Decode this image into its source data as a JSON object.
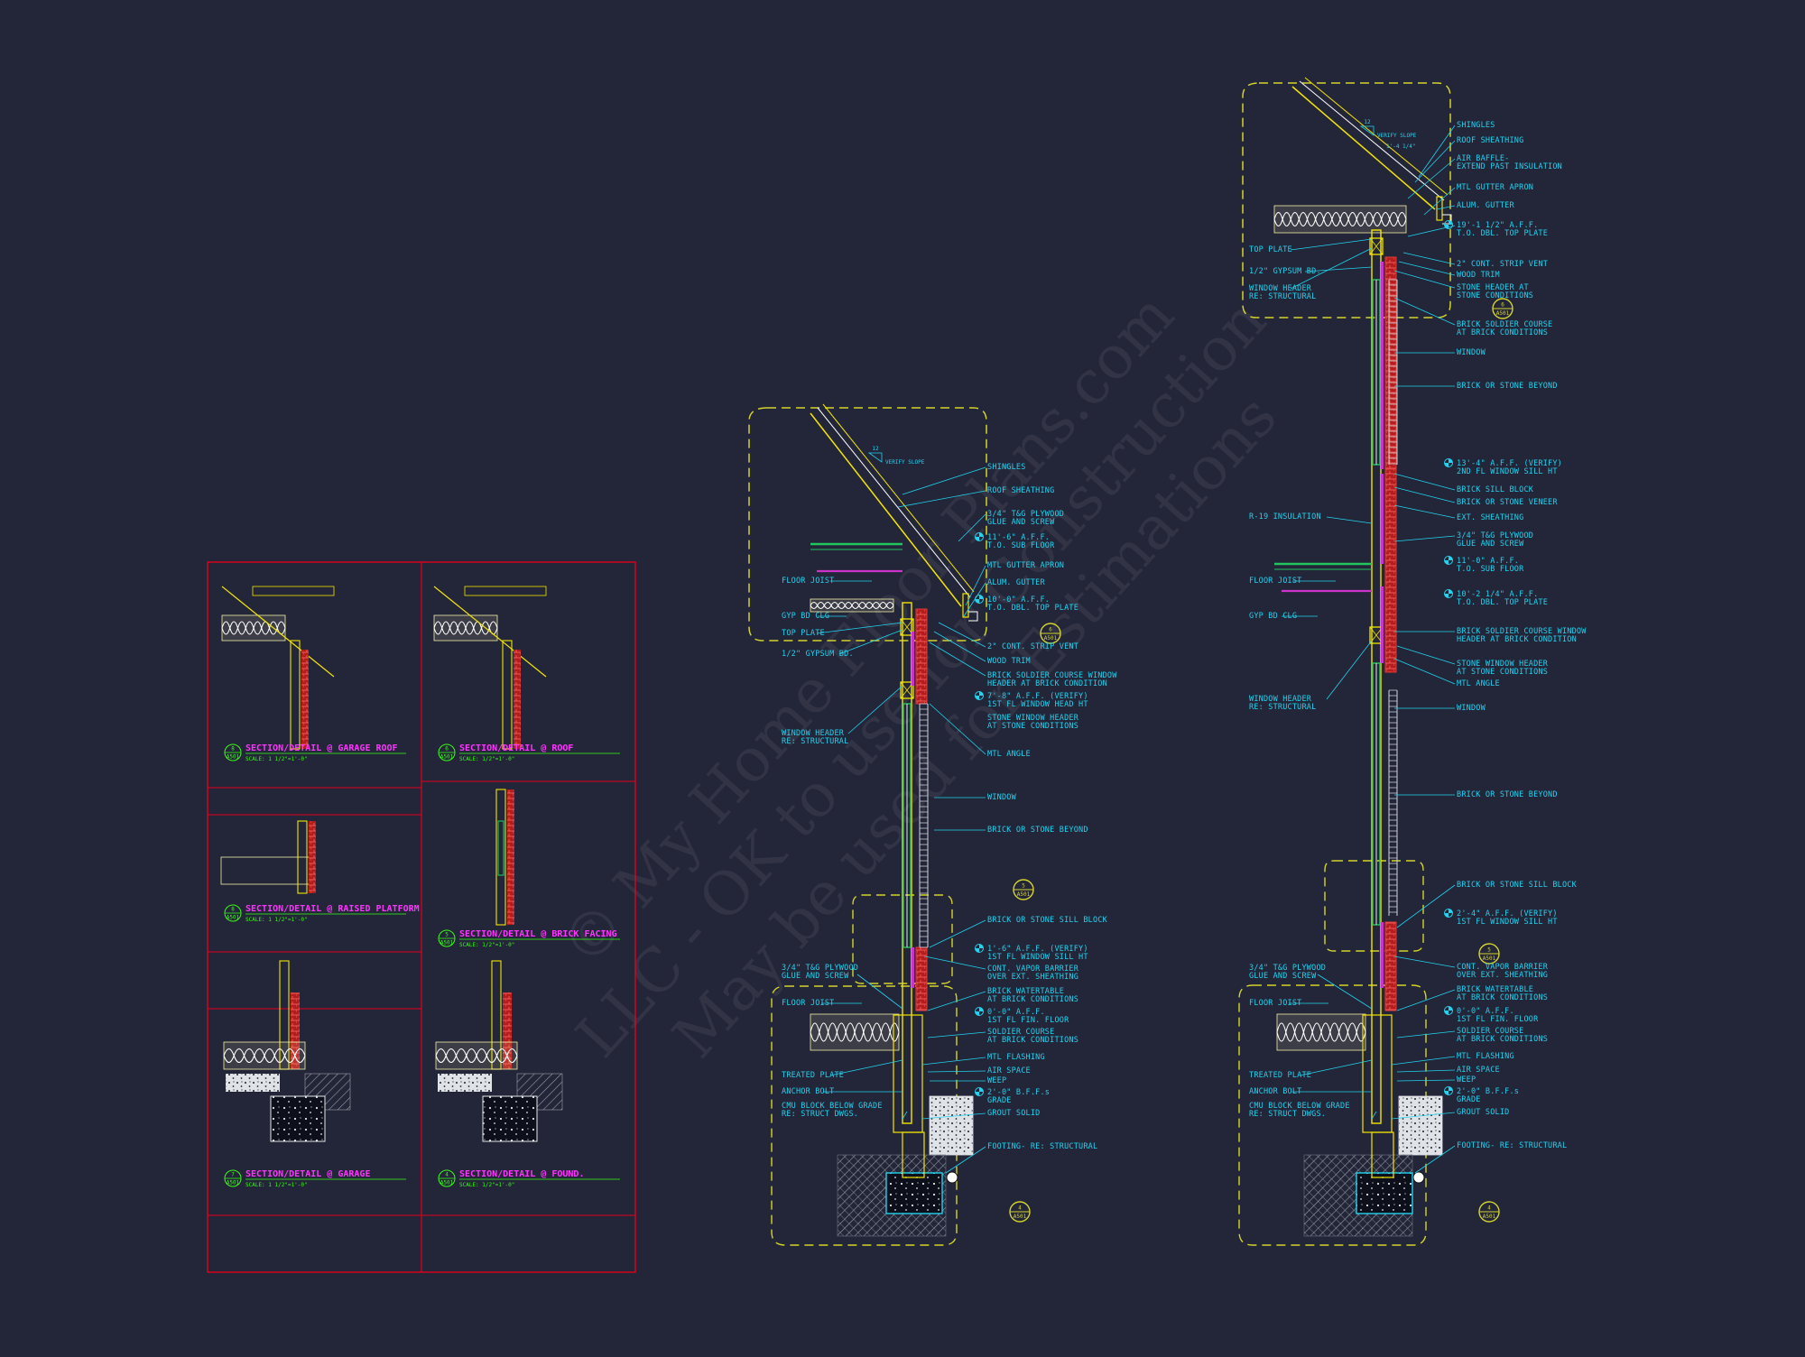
{
  "watermark": {
    "lines": [
      "© My Home Floor Plans.com",
      "LLC - OK to use for Construction",
      "May be used for Estimations"
    ]
  },
  "sheet": {
    "details": [
      {
        "number": "8",
        "sheet": "A501",
        "title": "SECTION/DETAIL @ GARAGE ROOF",
        "scale": "SCALE: 1 1/2\"=1'-0\""
      },
      {
        "number": "6",
        "sheet": "A501",
        "title": "SECTION/DETAIL @ ROOF",
        "scale": "SCALE: 1/2\"=1'-0\""
      },
      {
        "number": "8",
        "sheet": "A501",
        "title": "SECTION/DETAIL @ RAISED PLATFORM",
        "scale": "SCALE: 1 1/2\"=1'-0\""
      },
      {
        "number": "5",
        "sheet": "A501",
        "title": "SECTION/DETAIL @ BRICK FACING",
        "scale": "SCALE: 1/2\"=1'-0\""
      },
      {
        "number": "7",
        "sheet": "A501",
        "title": "SECTION/DETAIL @ GARAGE",
        "scale": "SCALE: 1 1/2\"=1'-0\""
      },
      {
        "number": "4",
        "sheet": "A501",
        "title": "SECTION/DETAIL @ FOUND.",
        "scale": "SCALE: 1/2\"=1'-0\""
      }
    ]
  },
  "section_mid": {
    "slope": "12",
    "slope_note": "VERIFY SLOPE",
    "right": [
      "SHINGLES",
      "ROOF SHEATHING",
      "3/4\" T&G PLYWOOD",
      "GLUE AND SCREW",
      "11'-6\" A.F.F.",
      "T.O. SUB FLOOR",
      "MTL GUTTER APRON",
      "ALUM. GUTTER",
      "10'-0\" A.F.F.",
      "T.O. DBL. TOP PLATE",
      "2\" CONT. STRIP VENT",
      "WOOD TRIM",
      "BRICK SOLDIER COURSE WINDOW",
      "HEADER AT BRICK CONDITION",
      "7'-8\" A.F.F. (VERIFY)",
      "1ST FL WINDOW HEAD HT",
      "STONE WINDOW HEADER",
      "AT STONE CONDITIONS",
      "MTL ANGLE",
      "WINDOW",
      "BRICK OR STONE BEYOND",
      "BRICK OR STONE SILL BLOCK",
      "1'-6\" A.F.F. (VERIFY)",
      "1ST FL WINDOW SILL HT",
      "CONT. VAPOR BARRIER",
      "OVER EXT. SHEATHING",
      "BRICK WATERTABLE",
      "AT BRICK CONDITIONS",
      "0'-0\" A.F.F.",
      "1ST FL FIN. FLOOR",
      "SOLDIER COURSE",
      "AT BRICK CONDITIONS",
      "MTL FLASHING",
      "AIR SPACE",
      "WEEP",
      "2'-0\" B.F.F.s",
      "GRADE",
      "GROUT SOLID",
      "FOOTING- RE: STRUCTURAL"
    ],
    "left": [
      "FLOOR JOIST",
      "GYP BD CLG",
      "TOP PLATE",
      "1/2\" GYPSUM BD.",
      "WINDOW HEADER",
      "RE: STRUCTURAL",
      "3/4\" T&G PLYWOOD",
      "GLUE AND SCREW",
      "FLOOR JOIST",
      "TREATED PLATE",
      "ANCHOR BOLT",
      "CMU BLOCK BELOW GRADE",
      "RE: STRUCT DWGS."
    ],
    "callouts": [
      {
        "num": "6",
        "sheet": "A501"
      },
      {
        "num": "5",
        "sheet": "A501"
      },
      {
        "num": "4",
        "sheet": "A501"
      }
    ]
  },
  "section_right": {
    "slope": "12",
    "slope_note": "VERIFY SLOPE",
    "pitch": "1'-4 1/4\"",
    "right": [
      "SHINGLES",
      "ROOF SHEATHING",
      "AIR BAFFLE-",
      "EXTEND PAST INSULATION",
      "MTL GUTTER APRON",
      "ALUM. GUTTER",
      "19'-1 1/2\" A.F.F.",
      "T.O. DBL. TOP PLATE",
      "2\" CONT. STRIP VENT",
      "WOOD TRIM",
      "STONE HEADER AT",
      "STONE CONDITIONS",
      "BRICK SOLDIER COURSE",
      "AT BRICK CONDITIONS",
      "WINDOW",
      "BRICK OR STONE BEYOND",
      "13'-4\" A.F.F. (VERIFY)",
      "2ND FL WINDOW SILL HT",
      "BRICK SILL BLOCK",
      "BRICK OR STONE VENEER",
      "EXT. SHEATHING",
      "3/4\" T&G PLYWOOD",
      "GLUE AND SCREW",
      "11'-0\" A.F.F.",
      "T.O. SUB FLOOR",
      "10'-2 1/4\" A.F.F.",
      "T.O. DBL. TOP PLATE",
      "BRICK SOLDIER COURSE WINDOW",
      "HEADER AT BRICK CONDITION",
      "STONE WINDOW HEADER",
      "AT STONE CONDITIONS",
      "MTL ANGLE",
      "WINDOW",
      "BRICK OR STONE BEYOND",
      "BRICK OR STONE SILL BLOCK",
      "2'-4\" A.F.F. (VERIFY)",
      "1ST FL WINDOW SILL HT",
      "CONT. VAPOR BARRIER",
      "OVER EXT. SHEATHING",
      "BRICK WATERTABLE",
      "AT BRICK CONDITIONS",
      "0'-0\" A.F.F.",
      "1ST FL FIN. FLOOR",
      "SOLDIER COURSE",
      "AT BRICK CONDITIONS",
      "MTL FLASHING",
      "AIR SPACE",
      "WEEP",
      "2'-0\" B.F.F.s",
      "GRADE",
      "GROUT SOLID",
      "FOOTING- RE: STRUCTURAL"
    ],
    "left": [
      "TOP PLATE",
      "1/2\" GYPSUM BD.",
      "WINDOW HEADER",
      "RE: STRUCTURAL",
      "R-19 INSULATION",
      "FLOOR JOIST",
      "GYP BD CLG",
      "WINDOW HEADER",
      "RE: STRUCTURAL",
      "3/4\" T&G PLYWOOD",
      "GLUE AND SCREW",
      "FLOOR JOIST",
      "TREATED PLATE",
      "ANCHOR BOLT",
      "CMU BLOCK BELOW GRADE",
      "RE: STRUCT DWGS."
    ],
    "callouts": [
      {
        "num": "6",
        "sheet": "A501"
      },
      {
        "num": "5",
        "sheet": "A501"
      },
      {
        "num": "4",
        "sheet": "A501"
      }
    ]
  },
  "colors": {
    "background": "#232539",
    "label": "#22d3ee",
    "title": "#ff33ff",
    "frame": "#e3001b",
    "dashed_boundary": "#d4d42c",
    "stud": "#f2e600",
    "brick": "#e53935",
    "insulation_fill": "#f4f0a8",
    "membrane": "#cc33cc",
    "subfloor": "#22c55e"
  }
}
